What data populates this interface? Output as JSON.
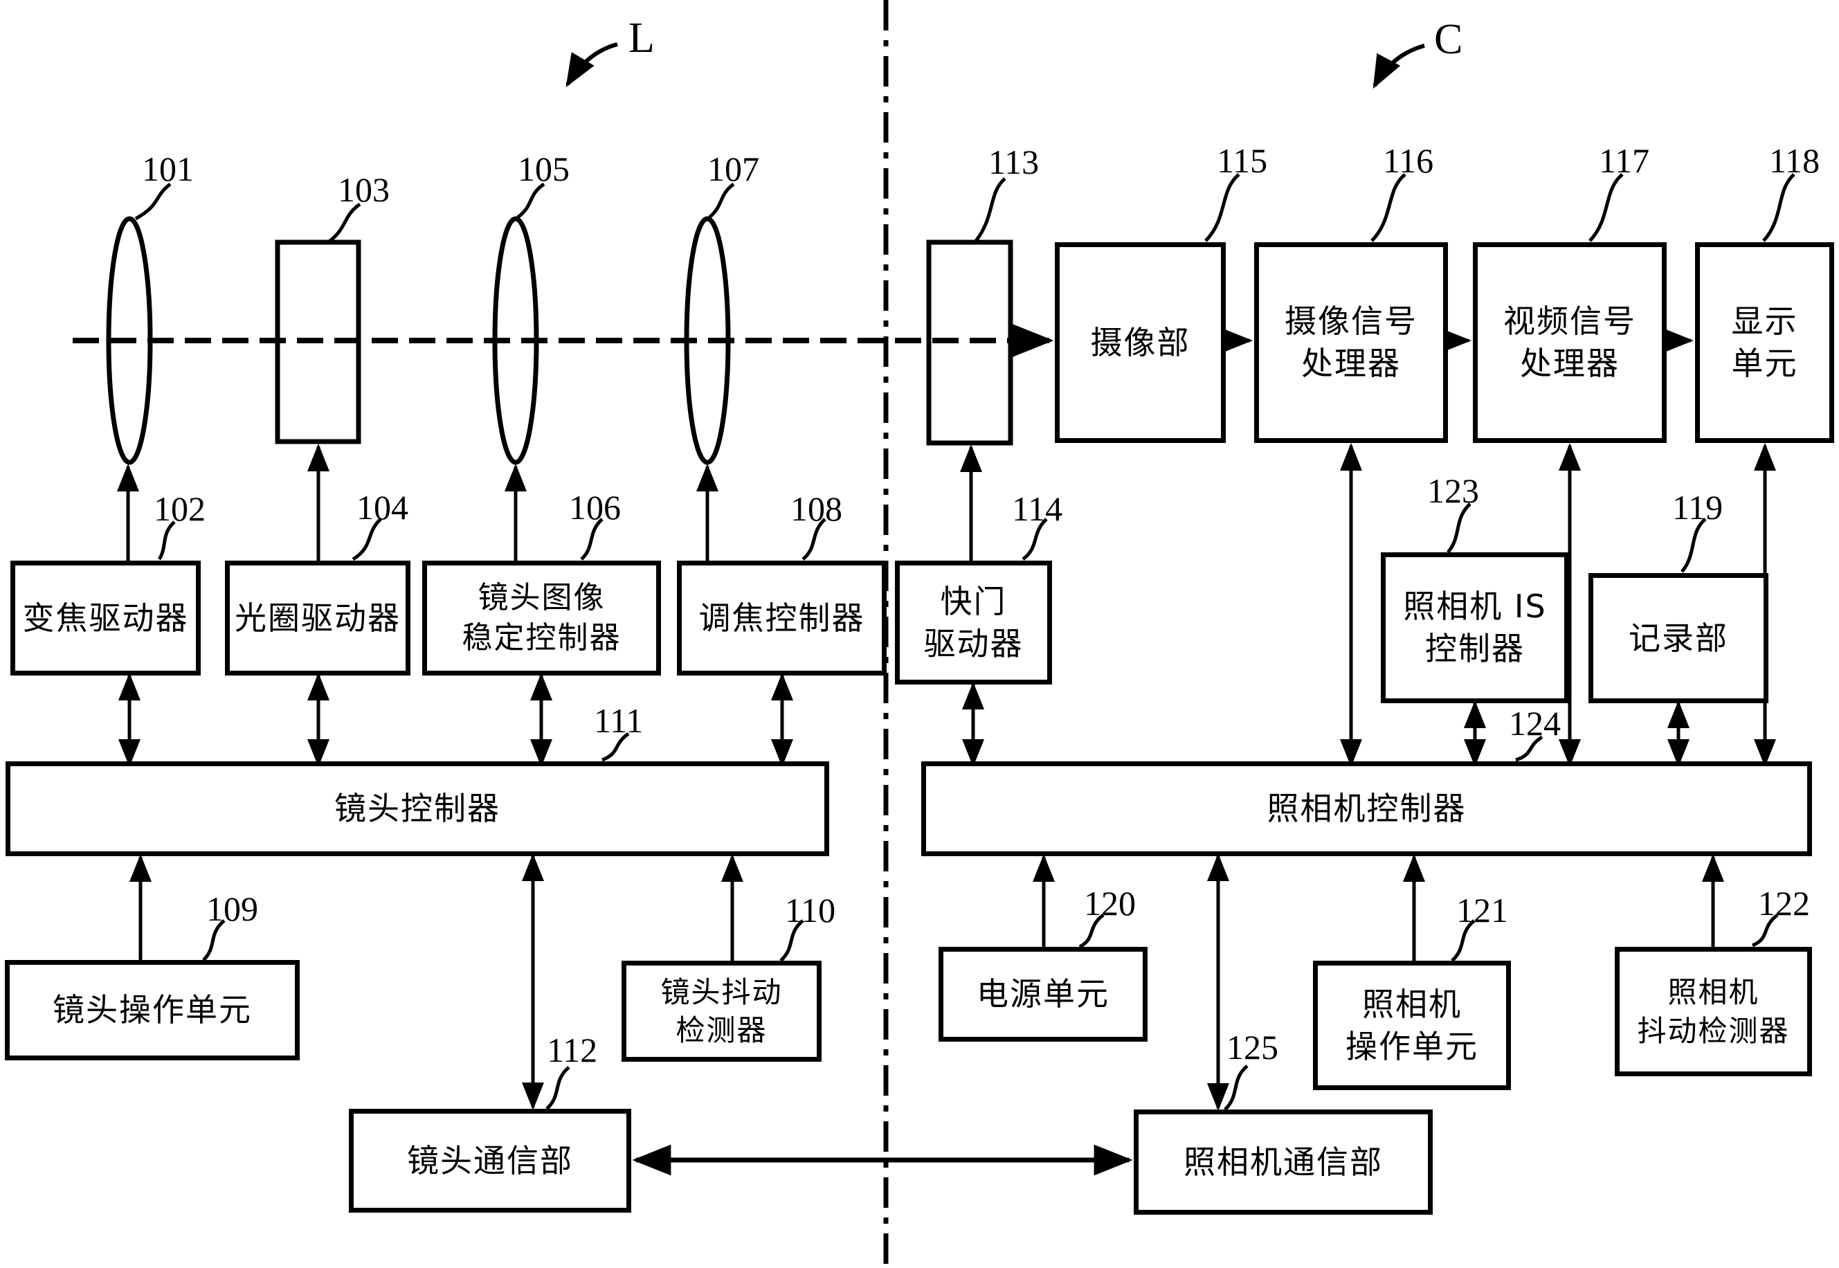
{
  "figure": {
    "section_labels": {
      "lens_side": "L",
      "camera_side": "C"
    },
    "reference_numbers": {
      "n101": "101",
      "n102": "102",
      "n103": "103",
      "n104": "104",
      "n105": "105",
      "n106": "106",
      "n107": "107",
      "n108": "108",
      "n109": "109",
      "n110": "110",
      "n111": "111",
      "n112": "112",
      "n113": "113",
      "n114": "114",
      "n115": "115",
      "n116": "116",
      "n117": "117",
      "n118": "118",
      "n119": "119",
      "n120": "120",
      "n121": "121",
      "n122": "122",
      "n123": "123",
      "n124": "124",
      "n125": "125"
    },
    "boxes": {
      "b102": {
        "line1": "变焦驱动器"
      },
      "b104": {
        "line1": "光圈驱动器"
      },
      "b106": {
        "line1": "镜头图像",
        "line2": "稳定控制器"
      },
      "b108": {
        "line1": "调焦控制器"
      },
      "b111": {
        "line1": "镜头控制器"
      },
      "b109": {
        "line1": "镜头操作单元"
      },
      "b110": {
        "line1": "镜头抖动",
        "line2": "检测器"
      },
      "b112": {
        "line1": "镜头通信部"
      },
      "b115": {
        "line1": "摄像部"
      },
      "b116": {
        "line1": "摄像信号",
        "line2": "处理器"
      },
      "b117": {
        "line1": "视频信号",
        "line2": "处理器"
      },
      "b118": {
        "line1": "显示",
        "line2": "单元"
      },
      "b114": {
        "line1": "快门",
        "line2": "驱动器"
      },
      "b123": {
        "line1": "照相机 IS",
        "line2": "控制器"
      },
      "b119": {
        "line1": "记录部"
      },
      "b124": {
        "line1": "照相机控制器"
      },
      "b120": {
        "line1": "电源单元"
      },
      "b121": {
        "line1": "照相机",
        "line2": "操作单元"
      },
      "b122": {
        "line1": "照相机",
        "line2": "抖动检测器"
      },
      "b125": {
        "line1": "照相机通信部"
      }
    },
    "colors": {
      "line": "#000000",
      "background": "#ffffff"
    }
  }
}
